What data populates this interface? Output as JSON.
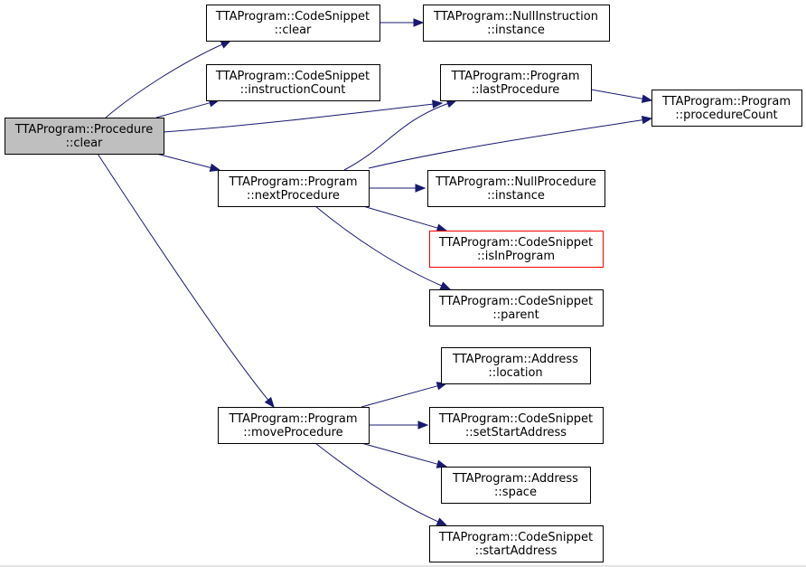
{
  "graph": {
    "colors": {
      "edge": "#191970",
      "node_border": "#000000",
      "root_fill": "#bfbfbf",
      "highlight_border": "#ff0000"
    },
    "nodes": [
      {
        "id": "proc_clear",
        "line1": "TTAProgram::Procedure",
        "line2": "::clear",
        "style": "root"
      },
      {
        "id": "cs_clear",
        "line1": "TTAProgram::CodeSnippet",
        "line2": "::clear",
        "style": "normal"
      },
      {
        "id": "ni_instance",
        "line1": "TTAProgram::NullInstruction",
        "line2": "::instance",
        "style": "normal"
      },
      {
        "id": "cs_icount",
        "line1": "TTAProgram::CodeSnippet",
        "line2": "::instructionCount",
        "style": "normal"
      },
      {
        "id": "prog_last",
        "line1": "TTAProgram::Program",
        "line2": "::lastProcedure",
        "style": "normal"
      },
      {
        "id": "prog_count",
        "line1": "TTAProgram::Program",
        "line2": "::procedureCount",
        "style": "normal"
      },
      {
        "id": "prog_next",
        "line1": "TTAProgram::Program",
        "line2": "::nextProcedure",
        "style": "normal"
      },
      {
        "id": "np_instance",
        "line1": "TTAProgram::NullProcedure",
        "line2": "::instance",
        "style": "normal"
      },
      {
        "id": "cs_isin",
        "line1": "TTAProgram::CodeSnippet",
        "line2": "::isInProgram",
        "style": "highlight"
      },
      {
        "id": "cs_parent",
        "line1": "TTAProgram::CodeSnippet",
        "line2": "::parent",
        "style": "normal"
      },
      {
        "id": "addr_loc",
        "line1": "TTAProgram::Address",
        "line2": "::location",
        "style": "normal"
      },
      {
        "id": "prog_move",
        "line1": "TTAProgram::Program",
        "line2": "::moveProcedure",
        "style": "normal"
      },
      {
        "id": "cs_setstart",
        "line1": "TTAProgram::CodeSnippet",
        "line2": "::setStartAddress",
        "style": "normal"
      },
      {
        "id": "addr_space",
        "line1": "TTAProgram::Address",
        "line2": "::space",
        "style": "normal"
      },
      {
        "id": "cs_start",
        "line1": "TTAProgram::CodeSnippet",
        "line2": "::startAddress",
        "style": "normal"
      }
    ],
    "edges": [
      {
        "from": "proc_clear",
        "to": "cs_clear"
      },
      {
        "from": "proc_clear",
        "to": "cs_icount"
      },
      {
        "from": "proc_clear",
        "to": "prog_last"
      },
      {
        "from": "proc_clear",
        "to": "prog_count"
      },
      {
        "from": "proc_clear",
        "to": "prog_next"
      },
      {
        "from": "proc_clear",
        "to": "prog_move"
      },
      {
        "from": "cs_clear",
        "to": "ni_instance"
      },
      {
        "from": "prog_last",
        "to": "prog_count"
      },
      {
        "from": "prog_next",
        "to": "prog_last"
      },
      {
        "from": "prog_next",
        "to": "prog_count"
      },
      {
        "from": "prog_next",
        "to": "np_instance"
      },
      {
        "from": "prog_next",
        "to": "cs_isin"
      },
      {
        "from": "prog_next",
        "to": "cs_parent"
      },
      {
        "from": "prog_move",
        "to": "addr_loc"
      },
      {
        "from": "prog_move",
        "to": "cs_setstart"
      },
      {
        "from": "prog_move",
        "to": "addr_space"
      },
      {
        "from": "prog_move",
        "to": "cs_start"
      }
    ]
  }
}
